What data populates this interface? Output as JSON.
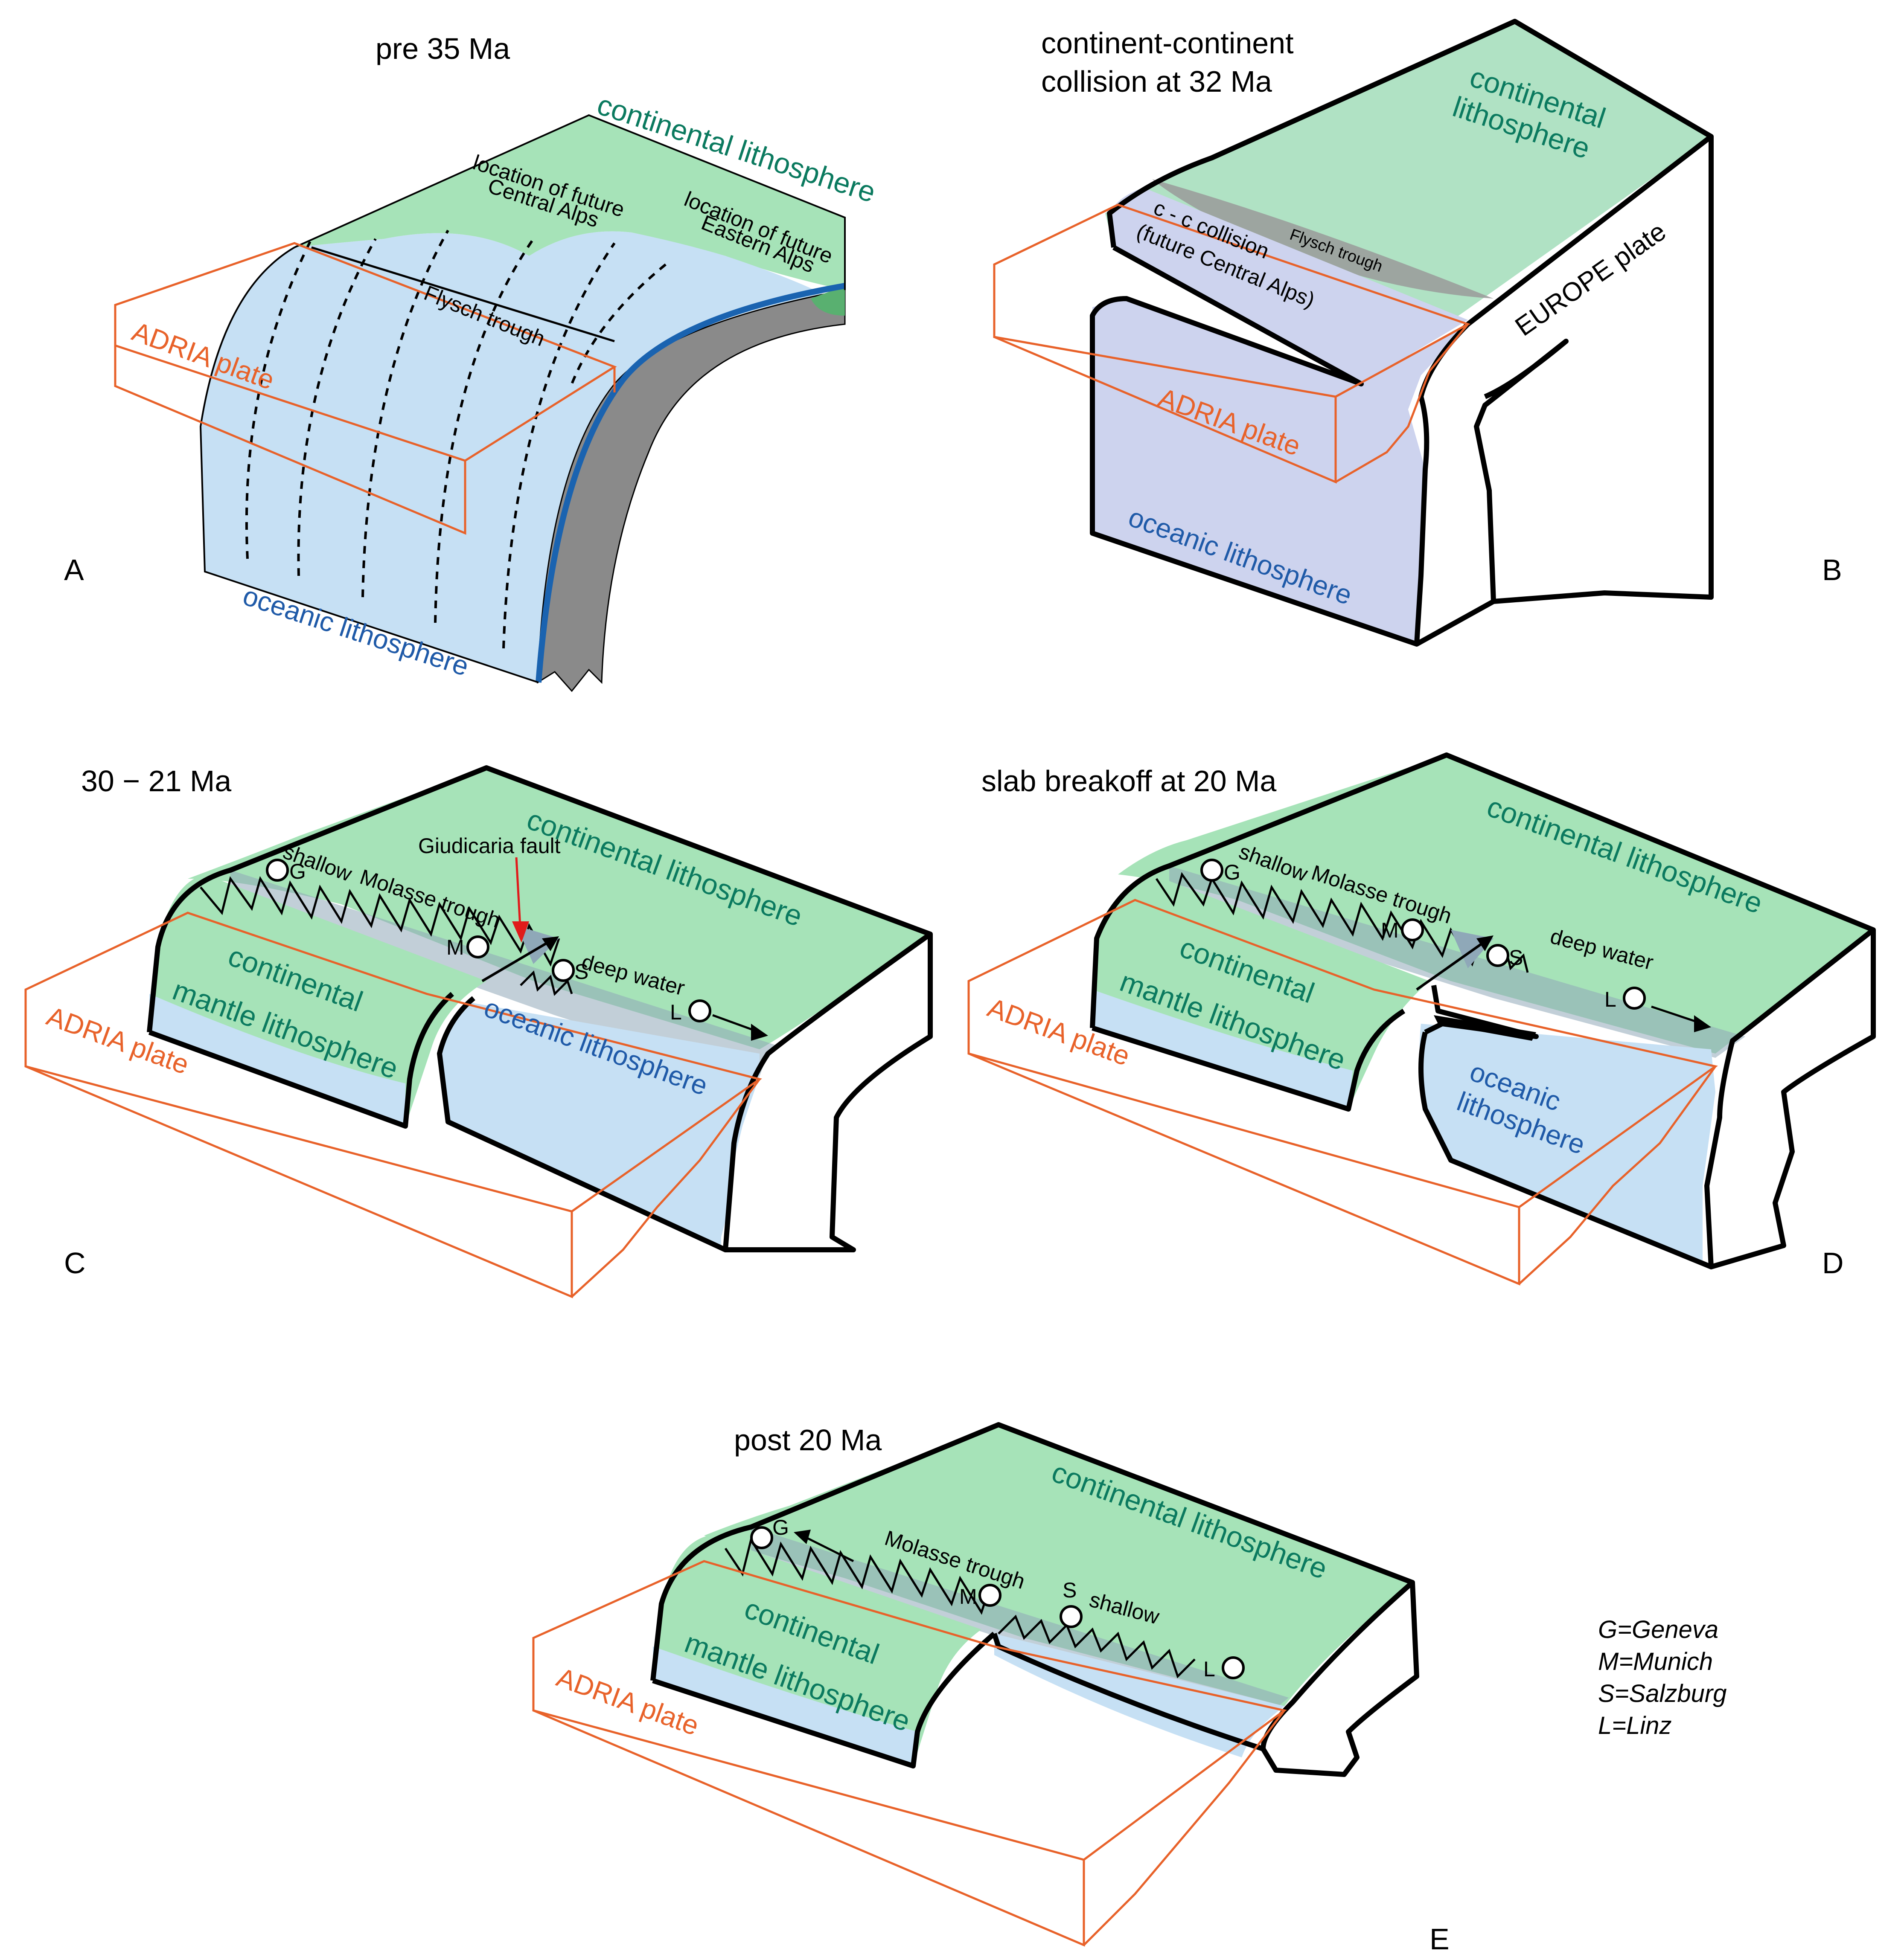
{
  "colors": {
    "continental": "#a6e3b8",
    "oceanic": "#c6e0f4",
    "oceanic_b": "#cdd3ee",
    "mantle": "#9fdcb0",
    "adria": "#e8622a",
    "green_text": "#0b7a5f",
    "blue_text": "#1f5aa8",
    "red_text": "#e01b1b",
    "trough": "#8fa8b8",
    "slab_grey": "#8a8a8a",
    "boundary_blue": "#1a63b0"
  },
  "panelA": {
    "title": "pre 35 Ma",
    "letter": "A",
    "continental": "continental lithosphere",
    "oceanic": "oceanic lithosphere",
    "adria": "ADRIA plate",
    "central_alps": [
      "location of future",
      "Central Alps"
    ],
    "eastern_alps": [
      "location of future",
      "Eastern Alps"
    ],
    "flysch": "Flysch trough"
  },
  "panelB": {
    "title": [
      "continent-continent",
      "collision at 32 Ma"
    ],
    "letter": "B",
    "continental": [
      "continental",
      "lithosphere"
    ],
    "flysch": "Flysch trough",
    "cc": [
      "c - c collision",
      "(future Central Alps)"
    ],
    "europe": "EUROPE plate",
    "adria": "ADRIA plate",
    "oceanic": "oceanic lithosphere"
  },
  "panelC": {
    "title": "30 − 21 Ma",
    "letter": "C",
    "continental": "continental lithosphere",
    "mantle": [
      "continental",
      "mantle lithosphere"
    ],
    "oceanic": "oceanic lithosphere",
    "adria": "ADRIA plate",
    "shallow": "shallow",
    "molasse": "Molasse trough",
    "giudicaria": "Giudicaria fault",
    "deep": "deep water",
    "cities": [
      "G",
      "M",
      "S",
      "L"
    ]
  },
  "panelD": {
    "title": "slab breakoff at 20 Ma",
    "letter": "D",
    "continental": "continental lithosphere",
    "mantle": [
      "continental",
      "mantle lithosphere"
    ],
    "oceanic": [
      "oceanic",
      "lithosphere"
    ],
    "adria": "ADRIA plate",
    "shallow": "shallow",
    "molasse": "Molasse trough",
    "deep": "deep water",
    "cities": [
      "G",
      "M",
      "S",
      "L"
    ]
  },
  "panelE": {
    "title": "post 20 Ma",
    "letter": "E",
    "continental": "continental lithosphere",
    "mantle": [
      "continental",
      "mantle lithosphere"
    ],
    "adria": "ADRIA plate",
    "molasse": "Molasse trough",
    "shallow": "shallow",
    "cities": [
      "G",
      "M",
      "S",
      "L"
    ]
  },
  "legend": [
    "G=Geneva",
    "M=Munich",
    "S=Salzburg",
    "L=Linz"
  ]
}
